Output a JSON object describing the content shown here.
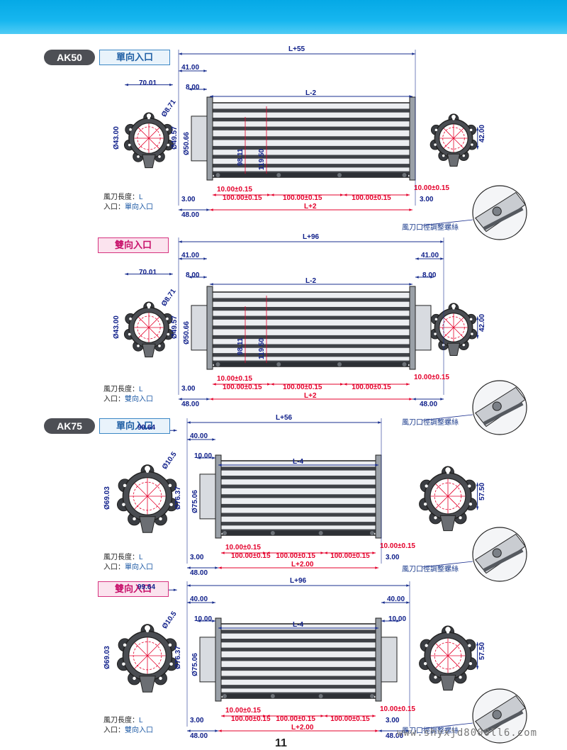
{
  "header": {
    "faint_title": ""
  },
  "sections": [
    {
      "model": "AK50",
      "inlet": "單向入口",
      "inlet_kind": "single",
      "notes": {
        "length_label": "風刀長度：",
        "length_value": "L",
        "inlet_label": "入口：",
        "inlet_value": "單向入口"
      },
      "detail_label": "風刀口徑調整螺絲",
      "dims": {
        "top_total": "L+55",
        "top_left": "41.00",
        "inner_left": "8.00",
        "body": "L-2",
        "width": "70.01",
        "hole": "Ø8.71",
        "circle_a": "Ø43.00",
        "circle_b": "Ø49.57",
        "circle_c": "Ø50.66",
        "h1": "98.11",
        "h2": "119.50",
        "right_h": "42.00",
        "pitch_a": "10.00±0.15",
        "pitch_b": "100.00±0.15",
        "pitch_c": "100.00±0.15",
        "pitch_d": "100.00±0.15",
        "pitch_e": "10.00±0.15",
        "off_l": "3.00",
        "off_r": "3.00",
        "bottom_left": "48.00",
        "bottom_total": "L+2",
        "top_right": "",
        "inner_right": "",
        "bottom_right": ""
      }
    },
    {
      "model": "",
      "inlet": "雙向入口",
      "inlet_kind": "double",
      "notes": {
        "length_label": "風刀長度：",
        "length_value": "L",
        "inlet_label": "入口：",
        "inlet_value": "雙向入口"
      },
      "detail_label": "風刀口徑調整螺絲",
      "dims": {
        "top_total": "L+96",
        "top_left": "41.00",
        "inner_left": "8.00",
        "body": "L-2",
        "width": "70.01",
        "hole": "Ø8.71",
        "circle_a": "Ø43.00",
        "circle_b": "Ø49.57",
        "circle_c": "Ø50.66",
        "h1": "98.11",
        "h2": "119.50",
        "right_h": "42.00",
        "pitch_a": "10.00±0.15",
        "pitch_b": "100.00±0.15",
        "pitch_c": "100.00±0.15",
        "pitch_d": "100.00±0.15",
        "pitch_e": "10.00±0.15",
        "off_l": "3.00",
        "off_r": "",
        "bottom_left": "48.00",
        "bottom_total": "L+2",
        "top_right": "41.00",
        "inner_right": "8.00",
        "bottom_right": "48.00"
      }
    },
    {
      "model": "AK75",
      "inlet": "單向入口",
      "inlet_kind": "single",
      "notes": {
        "length_label": "風刀長度：",
        "length_value": "L",
        "inlet_label": "入口：",
        "inlet_value": "單向入口"
      },
      "detail_label": "風刀口徑調整螺絲",
      "dims": {
        "top_total": "L+56",
        "top_left": "40.00",
        "inner_left": "10.00",
        "body": "L-4",
        "width": "99.64",
        "hole": "Ø10.5",
        "circle_a": "Ø69.03",
        "circle_b": "Ø76.37",
        "circle_c": "Ø75.06",
        "h1": "",
        "h2": "",
        "right_h": "57.50",
        "pitch_a": "10.00±0.15",
        "pitch_b": "100.00±0.15",
        "pitch_c": "100.00±0.15",
        "pitch_d": "100.00±0.15",
        "pitch_e": "10.00±0.15",
        "off_l": "3.00",
        "off_r": "3.00",
        "bottom_left": "48.00",
        "bottom_total": "L+2.00",
        "top_right": "",
        "inner_right": "",
        "bottom_right": ""
      }
    },
    {
      "model": "",
      "inlet": "雙向入口",
      "inlet_kind": "double",
      "notes": {
        "length_label": "風刀長度：",
        "length_value": "L",
        "inlet_label": "入口：",
        "inlet_value": "雙向入口"
      },
      "detail_label": "風刀口徑調整螺絲",
      "dims": {
        "top_total": "L+96",
        "top_left": "40.00",
        "inner_left": "10.00",
        "body": "L-4",
        "width": "99.64",
        "hole": "Ø10.5",
        "circle_a": "Ø69.03",
        "circle_b": "Ø76.37",
        "circle_c": "Ø75.06",
        "h1": "",
        "h2": "",
        "right_h": "57.50",
        "pitch_a": "10.00±0.15",
        "pitch_b": "100.00±0.15",
        "pitch_c": "100.00±0.15",
        "pitch_d": "100.00±0.15",
        "pitch_e": "10.00±0.15",
        "off_l": "3.00",
        "off_r": "3.00",
        "bottom_left": "48.00",
        "bottom_total": "L+2.00",
        "top_right": "40.00",
        "inner_right": "10.00",
        "bottom_right": "48.00"
      }
    }
  ],
  "page_number": "11",
  "watermark": "www.shyxjd8000ll6.com"
}
